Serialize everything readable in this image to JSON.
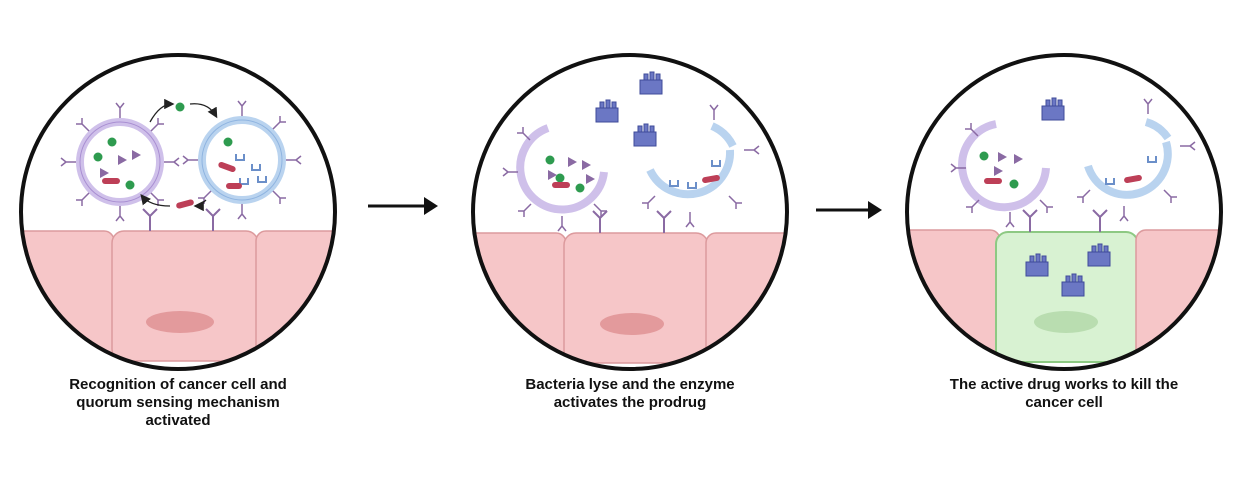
{
  "panels": [
    {
      "caption_lines": [
        "Recognition of cancer cell and",
        "quorum sensing mechanism",
        "activated"
      ]
    },
    {
      "caption_lines": [
        "Bacteria lyse and the enzyme",
        "activates the prodrug"
      ]
    },
    {
      "caption_lines": [
        "The active drug works to kill the",
        "cancer cell"
      ]
    }
  ],
  "colors": {
    "normal_cell": "#f6c6c8",
    "normal_cell_border": "#dc9a9d",
    "nucleus": "#e39a9c",
    "cancer_cell": "#d8f2d2",
    "cancer_cell_border": "#8dc983",
    "cancer_nucleus": "#b9ddb0",
    "bacterium_a": "#cfc0ea",
    "bacterium_b": "#b9d3ef",
    "receptor": "#8a6aa3",
    "enzyme": "#6b77c4",
    "prodrug": "#bd3f57",
    "signal": "#2e9b4f"
  }
}
